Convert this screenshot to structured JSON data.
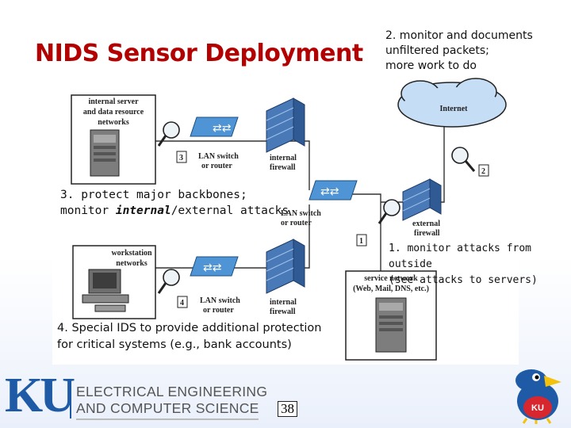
{
  "title": "NIDS Sensor Deployment",
  "notes": {
    "note2": [
      "2. monitor and documents",
      "unfiltered packets;",
      "more work to do"
    ],
    "note3": [
      "3. protect major backbones;",
      "monitor ",
      "internal",
      "/external attacks"
    ],
    "note1": [
      "1. monitor attacks from outside",
      "(see attacks to servers)"
    ],
    "note4": [
      "4. Special IDS to provide additional protection",
      "for critical systems (e.g., bank accounts)"
    ]
  },
  "diagram": {
    "internet": "Internet",
    "server_box": [
      "internal server",
      "and data resource",
      "networks"
    ],
    "workstation_box": [
      "workstation",
      "networks"
    ],
    "service_box": [
      "service network",
      "(Web, Mail, DNS, etc.)"
    ],
    "lan_switch_1": [
      "LAN switch",
      "or router"
    ],
    "lan_switch_2": [
      "LAN switch",
      "or router"
    ],
    "lan_switch_3": [
      "LAN switch",
      "or router"
    ],
    "internal_fw_1": [
      "internal",
      "firewall"
    ],
    "internal_fw_2": [
      "internal",
      "firewall"
    ],
    "external_fw": [
      "external",
      "firewall"
    ],
    "sensor_labels": [
      "1",
      "2",
      "3",
      "4"
    ]
  },
  "footer": {
    "logo_letters": "KU",
    "dept": [
      "ELECTRICAL ENGINEERING",
      "AND COMPUTER SCIENCE"
    ],
    "page_number": "38"
  },
  "colors": {
    "title": "#b30000",
    "ku_blue": "#1f5aa6",
    "firewall": "#4a79b8",
    "switch": "#4f95d6"
  }
}
